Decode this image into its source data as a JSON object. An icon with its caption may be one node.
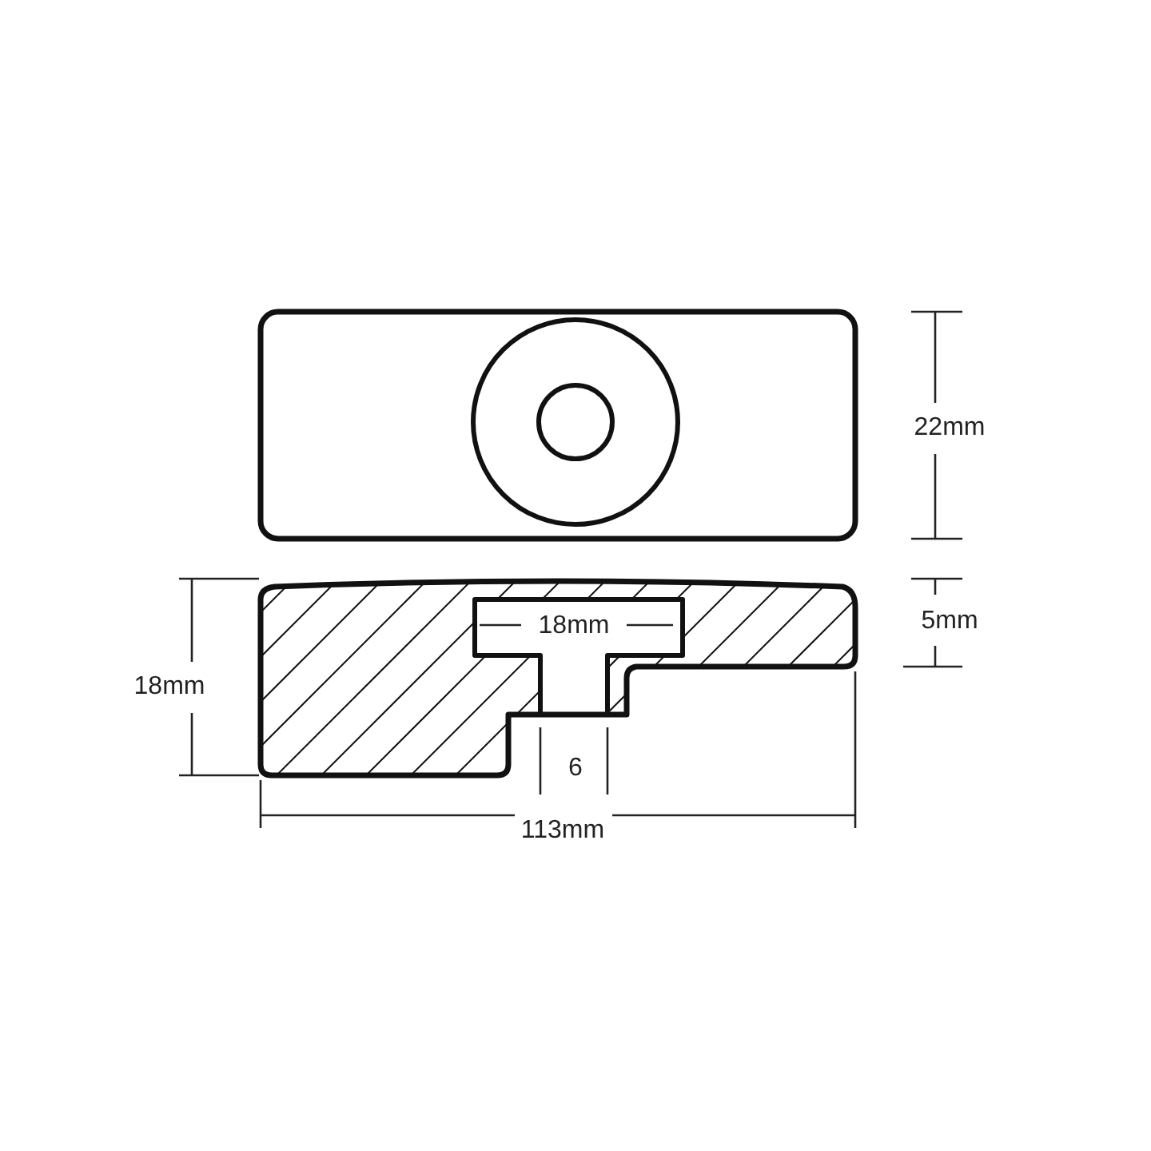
{
  "diagram": {
    "labels": [
      "22mm",
      "18mm",
      "5mm",
      "18mm",
      "6",
      "113mm"
    ]
  }
}
